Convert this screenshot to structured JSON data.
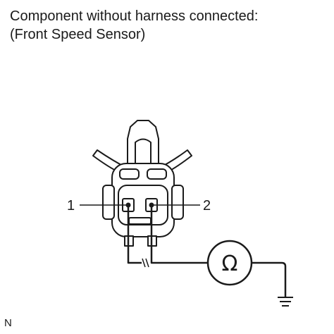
{
  "caption": {
    "line1": "Component without harness connected:",
    "line2": "(Front Speed Sensor)"
  },
  "diagram": {
    "pin_left": "1",
    "pin_right": "2",
    "meter_symbol": "Ω",
    "meter_icon": "ohmmeter-icon",
    "ground_icon": "ground-icon",
    "line_color": "#1a1a1a"
  },
  "image_code": "N"
}
